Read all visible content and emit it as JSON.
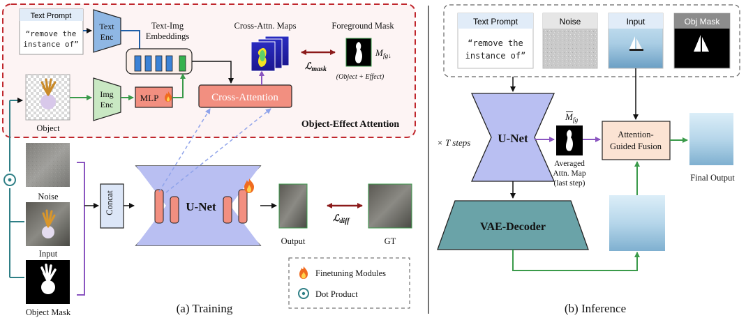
{
  "training": {
    "panel_caption": "(a) Training",
    "text_prompt_title": "Text Prompt",
    "text_prompt_line1": "“remove the",
    "text_prompt_line2": "instance of”",
    "text_enc_line1": "Text",
    "text_enc_line2": "Enc",
    "embeddings_line1": "Text-Img",
    "embeddings_line2": "Embeddings",
    "img_enc_line1": "Img",
    "img_enc_line2": "Enc",
    "mlp_label": "MLP",
    "cross_attention_label": "Cross-Attention",
    "cross_attn_maps_label": "Cross-Attn. Maps",
    "foreground_mask_label": "Foreground Mask",
    "loss_mask_label": "ℒ",
    "loss_mask_sub": "mask",
    "mfg_label": "M",
    "mfg_sub": "fg↓",
    "object_effect_note": "(Object + Effect)",
    "attention_block_title": "Object-Effect Attention",
    "object_label": "Object",
    "noise_label": "Noise",
    "input_label": "Input",
    "object_mask_label": "Object Mask",
    "concat_label": "Concat",
    "unet_label": "U-Net",
    "output_label": "Output",
    "gt_label": "GT",
    "loss_diff_label": "ℒ",
    "loss_diff_sub": "diff",
    "legend_finetune": "Finetuning Modules",
    "legend_dot": "Dot Product"
  },
  "inference": {
    "panel_caption": "(b) Inference",
    "text_prompt_title": "Text Prompt",
    "text_prompt_line1": "“remove the",
    "text_prompt_line2": "instance of”",
    "noise_title": "Noise",
    "input_title": "Input",
    "obj_mask_title": "Obj Mask",
    "steps_label": "× T steps",
    "unet_label": "U-Net",
    "mfg_hat_label": "M",
    "mfg_hat_sub": "fg",
    "averaged_line1": "Averaged",
    "averaged_line2": "Attn. Map",
    "averaged_line3": "(last step)",
    "fusion_line1": "Attention-",
    "fusion_line2": "Guided Fusion",
    "final_output_label": "Final Output",
    "vae_decoder_label": "VAE-Decoder"
  },
  "colors": {
    "attention_border": "#c0272d",
    "unet_fill": "#b9bff2",
    "vae_fill": "#6aa3a8",
    "cross_attention_fill": "#f28f80",
    "fusion_fill": "#fbe3d3",
    "arrow_green": "#3a9a4a",
    "arrow_purple": "#8a55c0",
    "arrow_blue_dashed": "#8fa3ea",
    "loss_arrow": "#8b1a1a",
    "embedding_blue": "#3b82d6",
    "embedding_green": "#37b24d"
  }
}
